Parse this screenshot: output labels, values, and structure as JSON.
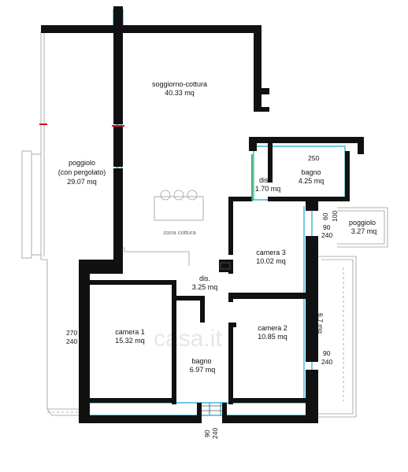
{
  "plan": {
    "rooms": [
      {
        "id": "soggiorno",
        "name": "soggiorno-cottura",
        "area": "40.33 mq"
      },
      {
        "id": "poggiolo-west",
        "name": "poggiolo",
        "name2": "(con pergolato)",
        "area": "29.07 mq"
      },
      {
        "id": "dis-small",
        "name": "dis.",
        "area": "1.70 mq"
      },
      {
        "id": "bagno-top",
        "name": "bagno",
        "area": "4.25 mq"
      },
      {
        "id": "poggiolo-east",
        "name": "poggiolo",
        "area": "3.27 mq"
      },
      {
        "id": "camera3",
        "name": "camera 3",
        "area": "10.02 mq"
      },
      {
        "id": "dis-main",
        "name": "dis.",
        "area": "3.25 mq"
      },
      {
        "id": "camera1",
        "name": "camera 1",
        "area": "15.32 mq"
      },
      {
        "id": "camera2",
        "name": "camera 2",
        "area": "10.85 mq"
      },
      {
        "id": "bagno-bottom",
        "name": "bagno",
        "area": "6.97 mq"
      }
    ],
    "zone_label": "zona cottura",
    "dimensions": {
      "d250": "250",
      "d60": "60",
      "d100": "100",
      "d90_east_top": "90",
      "d240_east_top": "240",
      "d270": "270",
      "d240_west": "240",
      "d90_east_bottom": "90",
      "d240_east_bottom": "240",
      "d90_bottom": "90",
      "d240_bottom": "240",
      "d6_7": "6.7 mq"
    },
    "watermark": "casa.it",
    "colors": {
      "wall": "#111111",
      "insulation": "#3ab5d8",
      "terrace": "#9a9a9a",
      "accent_red": "#d01020",
      "accent_green": "#1aa030"
    }
  }
}
